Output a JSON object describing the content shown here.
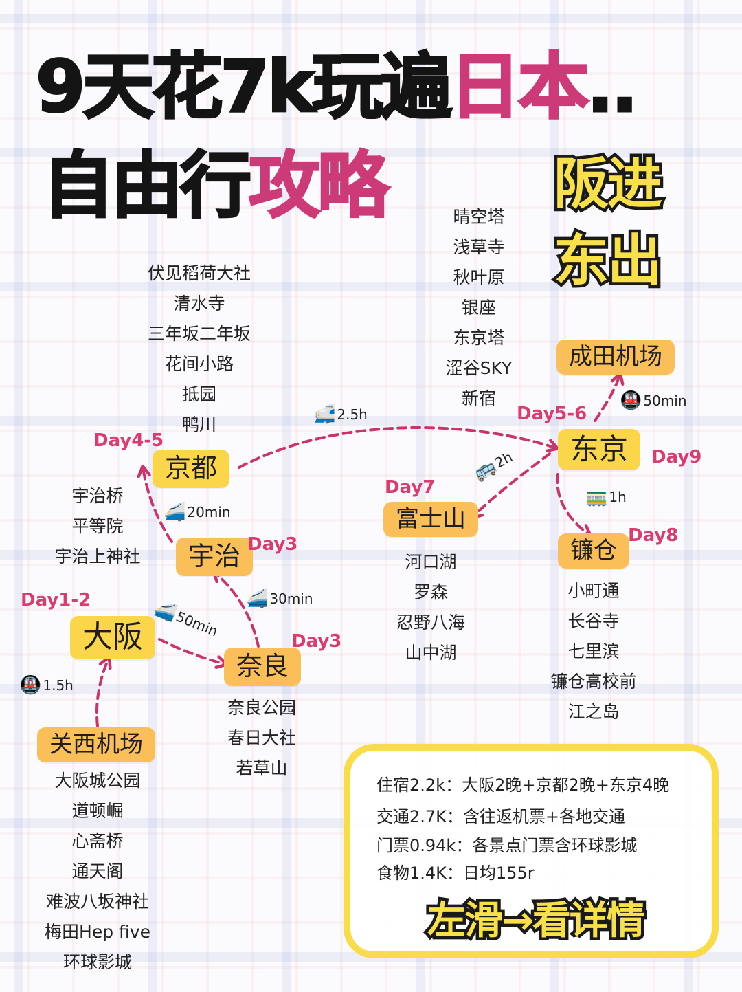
{
  "title": {
    "line1_black": "9天花7k玩遍",
    "line1_pink": "日本",
    "line1_dots": "..",
    "line2_black": "自由行",
    "line2_pink": "攻略",
    "stamp_line1": "阪进",
    "stamp_line2": "东出"
  },
  "colors": {
    "accent_pink": "#cc3a78",
    "day_pink": "#d93c6e",
    "city_yellow": "#fcd64a",
    "box_yellow": "#f9dc4b"
  },
  "cities": {
    "kyoto": "京都",
    "uji": "宇治",
    "osaka": "大阪",
    "nara": "奈良",
    "kansai_airport": "关西机场",
    "fuji": "富士山",
    "tokyo": "东京",
    "narita": "成田机场",
    "kamakura": "镰仓"
  },
  "days": {
    "kyoto": "Day4-5",
    "uji": "Day3",
    "osaka": "Day1-2",
    "nara": "Day3",
    "fuji": "Day7",
    "narita": "Day5-6",
    "tokyo": "Day9",
    "kamakura": "Day8"
  },
  "transport": {
    "osaka_nara": {
      "time": "50min",
      "icon": "train-icon"
    },
    "nara_uji": {
      "time": "30min",
      "icon": "train-icon"
    },
    "uji_kyoto": {
      "time": "20min",
      "icon": "train-icon"
    },
    "kyoto_tokyo": {
      "time": "2.5h",
      "icon": "shinkansen-icon"
    },
    "tokyo_fuji": {
      "time": "2h",
      "icon": "bus-icon"
    },
    "tokyo_kamakura": {
      "time": "1h",
      "icon": "tram-icon"
    },
    "tokyo_narita": {
      "time": "50min",
      "icon": "metro-icon"
    },
    "kansai_osaka": {
      "time": "1.5h",
      "icon": "metro-icon"
    }
  },
  "spots": {
    "kyoto": [
      "伏见稻荷大社",
      "清水寺",
      "三年坂二年坂",
      "花间小路",
      "抵园",
      "鸭川"
    ],
    "tokyo": [
      "晴空塔",
      "浅草寺",
      "秋叶原",
      "银座",
      "东京塔",
      "涩谷SKY",
      "新宿"
    ],
    "uji": [
      "宇治桥",
      "平等院",
      "宇治上神社"
    ],
    "fuji": [
      "河口湖",
      "罗森",
      "忍野八海",
      "山中湖"
    ],
    "kamakura": [
      "小町通",
      "长谷寺",
      "七里滨",
      "镰仓高校前",
      "江之岛"
    ],
    "nara": [
      "奈良公园",
      "春日大社",
      "若草山"
    ],
    "osaka": [
      "大阪城公园",
      "道顿崛",
      "心斋桥",
      "通天阁",
      "难波八坂神社",
      "梅田Hep five",
      "环球影城"
    ]
  },
  "budget": {
    "rows": [
      "住宿2.2k：大阪2晚+京都2晚+东京4晚",
      "交通2.7K：含往返机票+各地交通",
      "门票0.94k：各景点门票含环球影城",
      "食物1.4K：日均155r"
    ],
    "swipe": "左滑→看详情"
  }
}
